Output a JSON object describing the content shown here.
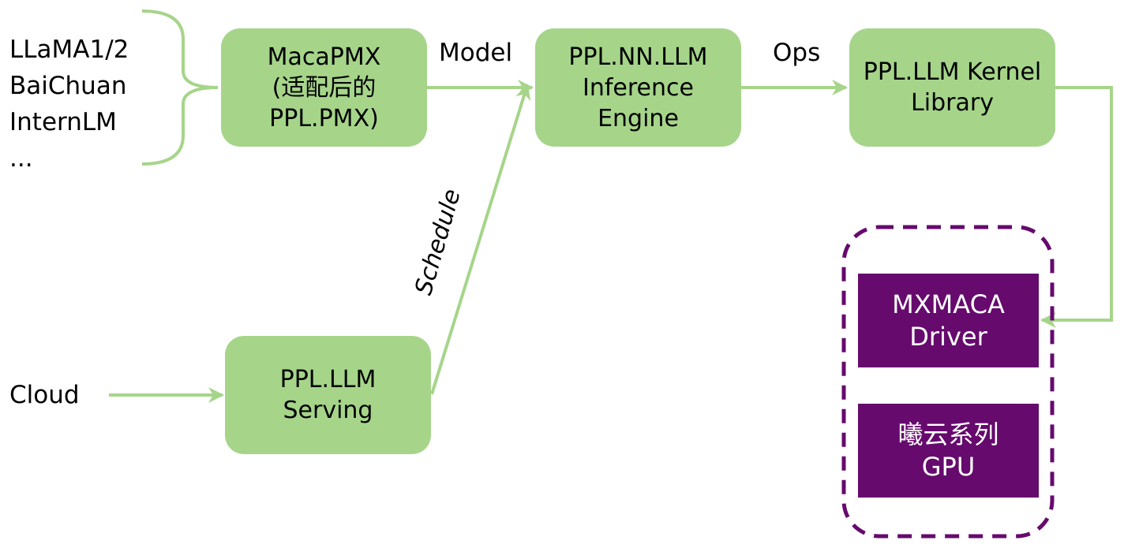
{
  "diagram": {
    "colors": {
      "node_fill": "#a6d58a",
      "connector": "#a6d58a",
      "hardware_fill": "#660a6e",
      "hardware_text": "#ffffff",
      "group_border": "#660a6e"
    },
    "model_sources": [
      "LLaMA1/2",
      "BaiChuan",
      "InternLM",
      "..."
    ],
    "cloud_label": "Cloud",
    "nodes": {
      "macapmx": [
        "MacaPMX",
        "(适配后的",
        "PPL.PMX)"
      ],
      "inference_engine": [
        "PPL.NN.LLM",
        "Inference",
        "Engine"
      ],
      "kernel_library": [
        "PPL.LLM Kernel",
        "Library"
      ],
      "serving": [
        "PPL.LLM",
        "Serving"
      ],
      "driver": [
        "MXMACA",
        "Driver"
      ],
      "gpu": [
        "曦云系列",
        "GPU"
      ]
    },
    "edge_labels": {
      "model": "Model",
      "ops": "Ops",
      "schedule": "Schedule"
    }
  }
}
